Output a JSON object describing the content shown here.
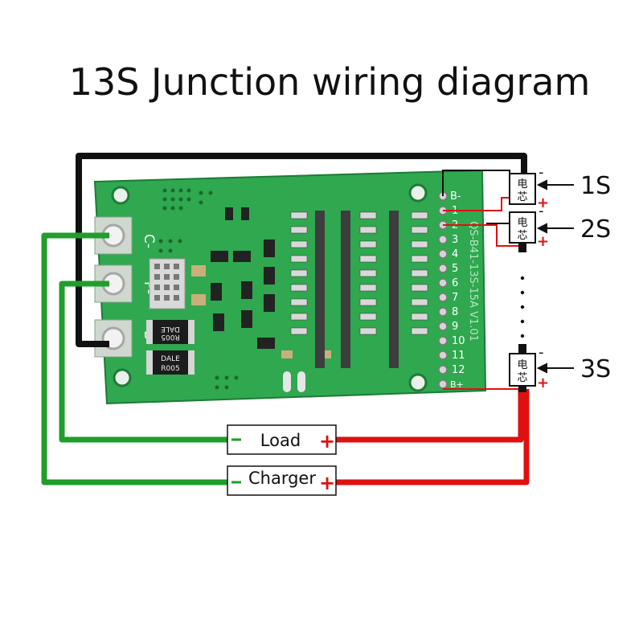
{
  "title": "13S Junction wiring diagram",
  "board": {
    "pads": {
      "charge": "C-",
      "load": "P-",
      "battery": "B-"
    },
    "silk_code": "QS-B41-13S-15A V1.01",
    "resistor_text": {
      "top_brand": "DALE",
      "top_value": "R005",
      "bottom_brand": "DALE",
      "bottom_value": "R005"
    },
    "pin_labels": [
      "B-",
      "1",
      "2",
      "3",
      "4",
      "5",
      "6",
      "7",
      "8",
      "9",
      "10",
      "11",
      "12",
      "B+"
    ]
  },
  "boxes": {
    "load": "Load",
    "charger": "Charger"
  },
  "cells": {
    "glyph_top": "电",
    "glyph_bottom": "芯",
    "minus": "-",
    "plus": "+",
    "labels": [
      "1S",
      "2S",
      "3S"
    ]
  },
  "colors": {
    "board": "#2fa84f",
    "green_wire": "#1f9e2a",
    "red_wire": "#e01010",
    "black_wire": "#111111"
  }
}
